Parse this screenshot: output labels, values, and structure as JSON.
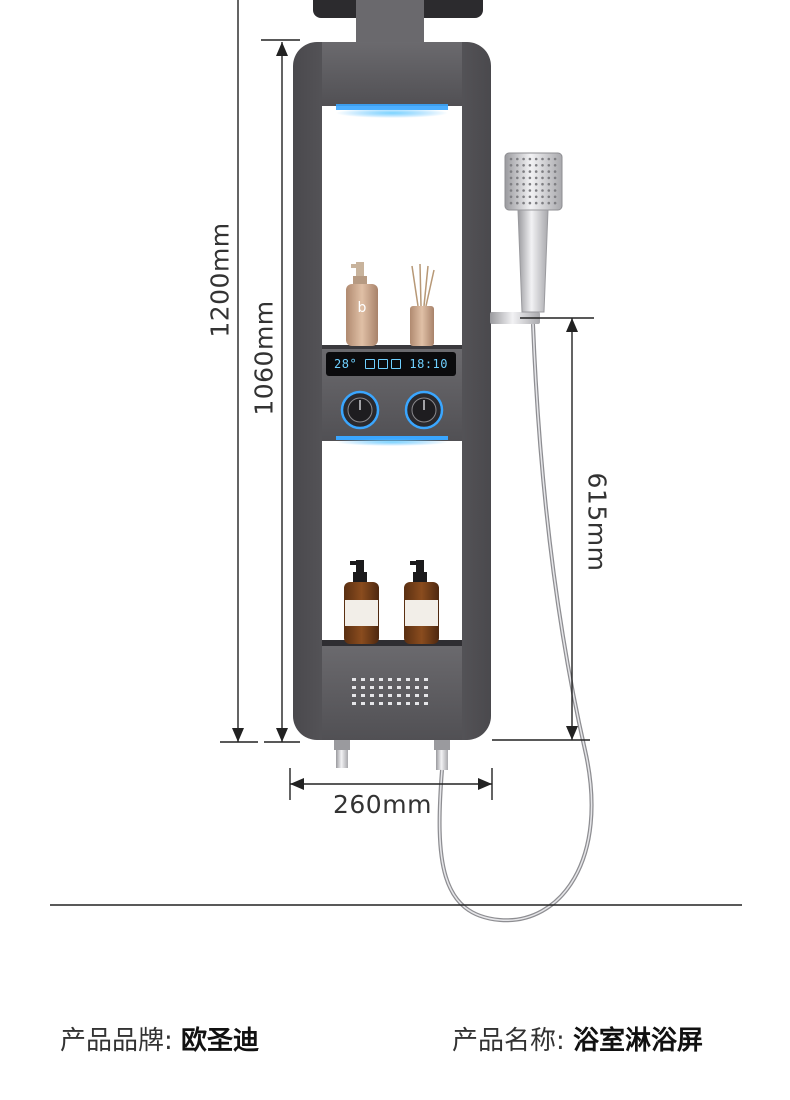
{
  "dimensions": {
    "total_height": "1200mm",
    "panel_height": "1060mm",
    "hose_height": "615mm",
    "width": "260mm"
  },
  "display": {
    "temperature": "28°",
    "time": "18:10"
  },
  "product": {
    "brand_label": "产品品牌:",
    "brand_value": "欧圣迪",
    "name_label": "产品名称:",
    "name_value": "浴室淋浴屏"
  },
  "colors": {
    "panel": "#5f5e62",
    "frame_dark": "#3e3d41",
    "accent_light": "#4ab6ff",
    "chrome": "#c8c8cc",
    "dimension_line": "#222222"
  }
}
